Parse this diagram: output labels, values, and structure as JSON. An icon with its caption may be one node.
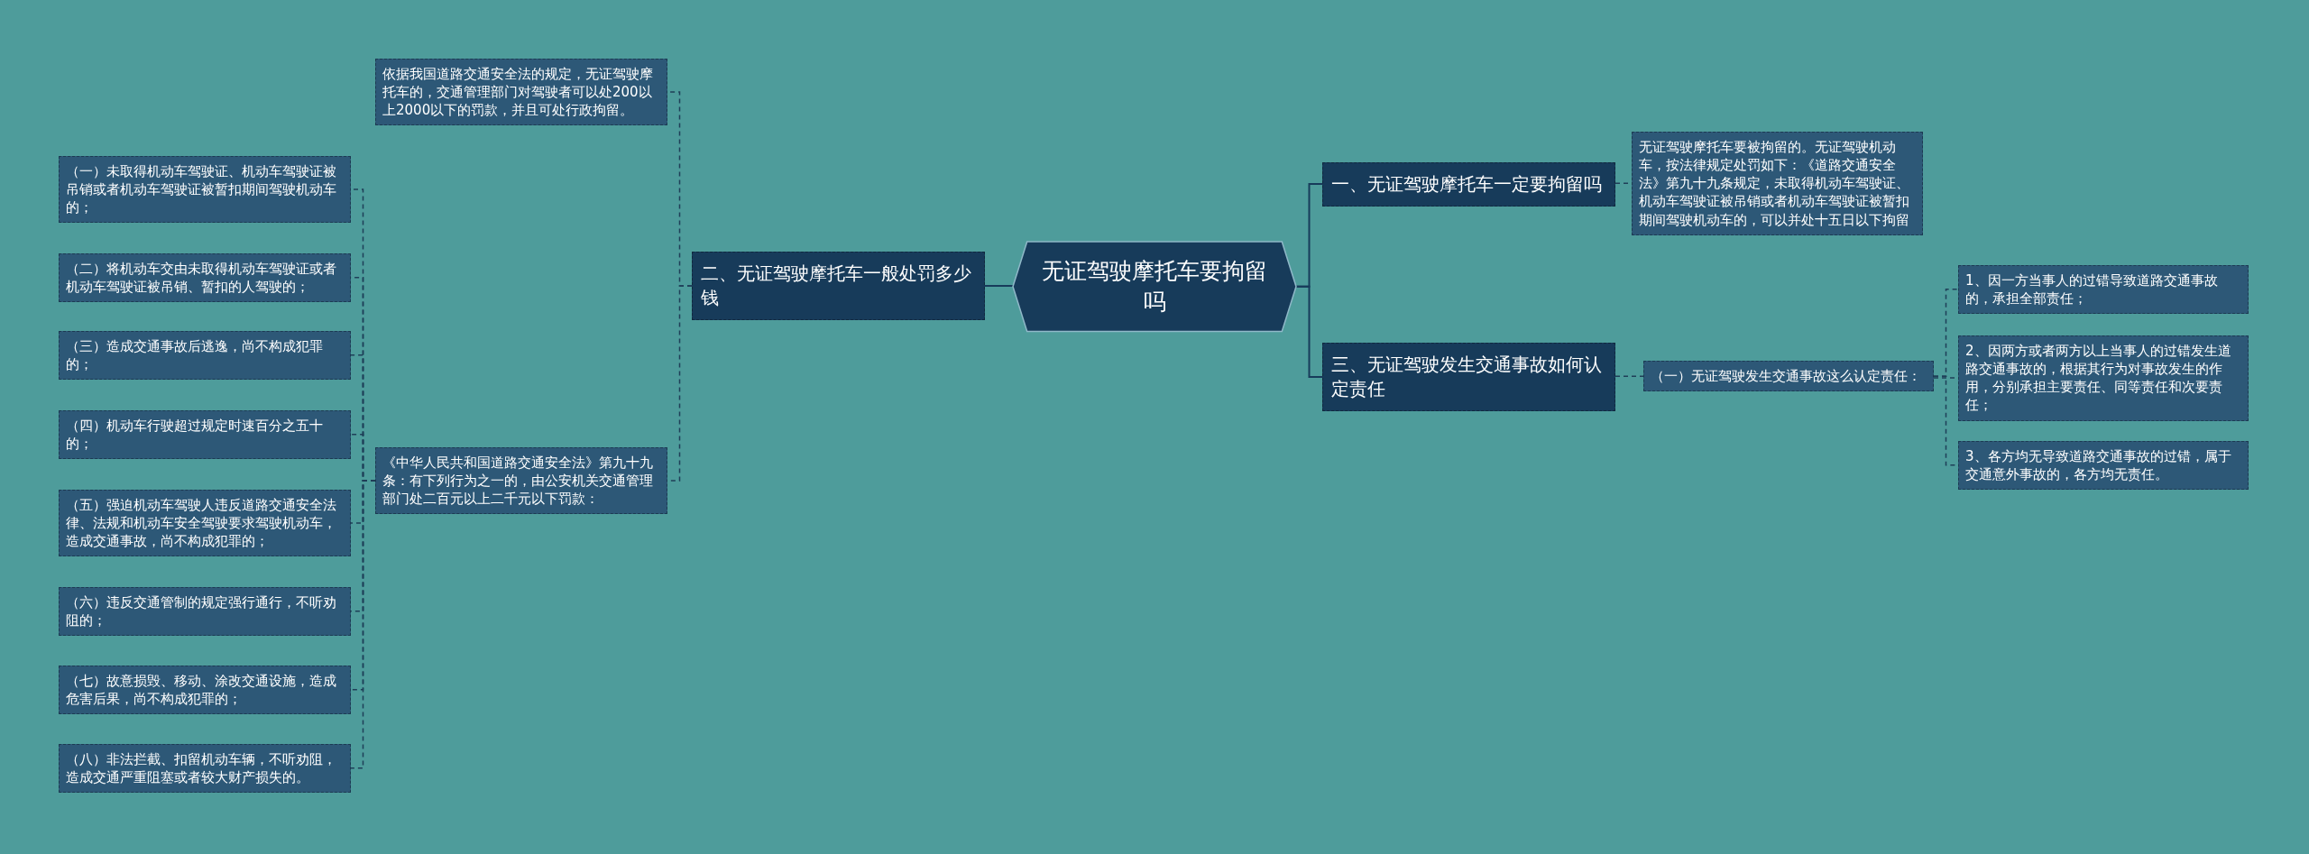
{
  "diagram": {
    "nodes": [
      {
        "text": [
          "无证驾驶摩托车要拘留吗"
        ]
      },
      {
        "text": [
          "一、无证驾驶摩托车一定要拘留吗"
        ]
      },
      {
        "text": [
          "无证驾驶摩托车要被拘留的。无证驾驶机动车，按法律规定处罚如下：《道路交通安全法》第九十九条规定，未取得机动车驾驶证、机动车驾驶证被吊销或者机动车驾驶证被暂扣期间驾驶机动车的，可以并处十五日以下拘留"
        ]
      },
      {
        "text": [
          "三、无证驾驶发生交通事故如何认定责任"
        ]
      },
      {
        "text": [
          "（一）无证驾驶发生交通事故这么认定责任："
        ]
      },
      {
        "text": [
          "1、因一方当事人的过错导致道路交通事故的，承担全部责任；"
        ]
      },
      {
        "text": [
          "2、因两方或者两方以上当事人的过错发生道路交通事故的，根据其行为对事故发生的作用，分别承担主要责任、同等责任和次要责任；"
        ]
      },
      {
        "text": [
          "3、各方均无导致道路交通事故的过错，属于交通意外事故的，各方均无责任。"
        ]
      },
      {
        "text": [
          "二、无证驾驶摩托车一般处罚多少钱"
        ]
      },
      {
        "text": [
          "依据我国道路交通安全法的规定，无证驾驶摩托车的，交通管理部门对驾驶者可以处200以上2000以下的罚款，并且可处行政拘留。"
        ]
      },
      {
        "text": [
          "《中华人民共和国道路交通安全法》第九十九条：有下列行为之一的，由公安机关交通管理部门处二百元以上二千元以下罚款："
        ]
      },
      {
        "text": [
          "（一）未取得机动车驾驶证、机动车驾驶证被吊销或者机动车驾驶证被暂扣期间驾驶机动车的；"
        ]
      },
      {
        "text": [
          "（二）将机动车交由未取得机动车驾驶证或者机动车驾驶证被吊销、暂扣的人驾驶的；"
        ]
      },
      {
        "text": [
          "（三）造成交通事故后逃逸，尚不构成犯罪的；"
        ]
      },
      {
        "text": [
          "（四）机动车行驶超过规定时速百分之五十的；"
        ]
      },
      {
        "text": [
          "（五）强迫机动车驾驶人违反道路交通安全法律、法规和机动车安全驾驶要求驾驶机动车，造成交通事故，尚不构成犯罪的；"
        ]
      },
      {
        "text": [
          "（六）违反交通管制的规定强行通行，不听劝阻的；"
        ]
      },
      {
        "text": [
          "（七）故意损毁、移动、涂改交通设施，造成危害后果，尚不构成犯罪的；"
        ]
      },
      {
        "text": [
          "（八）非法拦截、扣留机动车辆，不听劝阻，造成交通严重阻塞或者较大财产损失的。"
        ]
      }
    ],
    "edges": [
      {
        "from": 0,
        "to": 1,
        "arrow": "none"
      },
      {
        "from": 0,
        "to": 3,
        "arrow": "none"
      },
      {
        "from": 0,
        "to": 8,
        "arrow": "none"
      },
      {
        "from": 1,
        "to": 2,
        "arrow": "none",
        "style": "dashed"
      },
      {
        "from": 3,
        "to": 4,
        "arrow": "none",
        "style": "dashed"
      },
      {
        "from": 4,
        "to": 5,
        "arrow": "none",
        "style": "dashed"
      },
      {
        "from": 4,
        "to": 6,
        "arrow": "none",
        "style": "dashed"
      },
      {
        "from": 4,
        "to": 7,
        "arrow": "none",
        "style": "dashed"
      },
      {
        "from": 8,
        "to": 9,
        "arrow": "none",
        "style": "dashed"
      },
      {
        "from": 8,
        "to": 10,
        "arrow": "none",
        "style": "dashed"
      },
      {
        "from": 10,
        "to": 11,
        "arrow": "none",
        "style": "dashed"
      },
      {
        "from": 10,
        "to": 12,
        "arrow": "none",
        "style": "dashed"
      },
      {
        "from": 10,
        "to": 13,
        "arrow": "none",
        "style": "dashed"
      },
      {
        "from": 10,
        "to": 14,
        "arrow": "none",
        "style": "dashed"
      },
      {
        "from": 10,
        "to": 15,
        "arrow": "none",
        "style": "dashed"
      },
      {
        "from": 10,
        "to": 16,
        "arrow": "none",
        "style": "dashed"
      },
      {
        "from": 10,
        "to": 17,
        "arrow": "none",
        "style": "dashed"
      },
      {
        "from": 10,
        "to": 18,
        "arrow": "none",
        "style": "dashed"
      }
    ]
  }
}
